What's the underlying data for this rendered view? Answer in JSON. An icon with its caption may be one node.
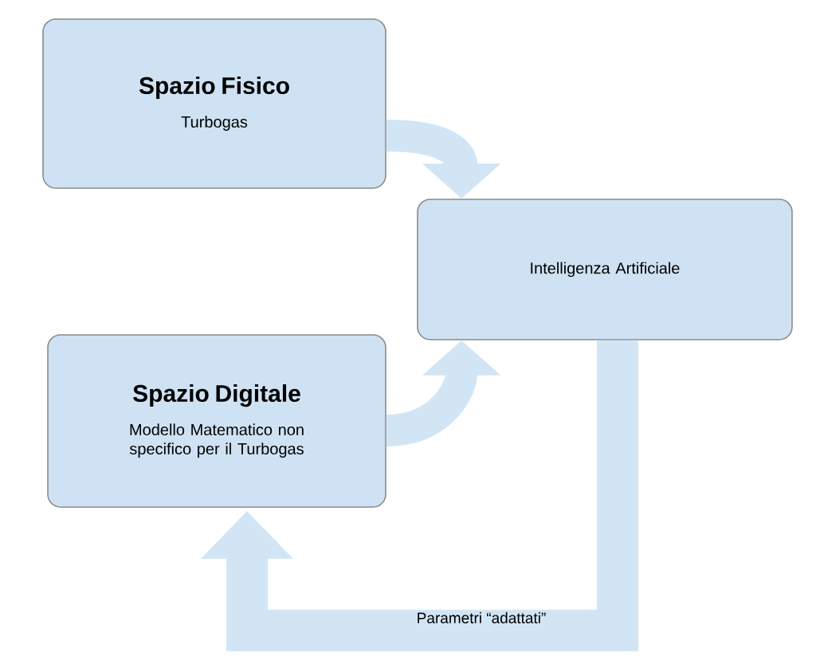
{
  "diagram": {
    "nodes": [
      {
        "text": [
          "Spazio Fisico",
          "Turbogas"
        ]
      },
      {
        "text": [
          "Intelligenza Artificiale"
        ]
      },
      {
        "text": [
          "Spazio Digitale",
          "Modello Matematico non specifico per il Turbogas"
        ]
      }
    ],
    "edges": [
      {
        "from": 0,
        "to": 1,
        "arrow": "to"
      },
      {
        "from": 2,
        "to": 1,
        "arrow": "to"
      },
      {
        "from": 1,
        "to": 2,
        "arrow": "to",
        "label": "Parametri “adattati”"
      }
    ]
  }
}
